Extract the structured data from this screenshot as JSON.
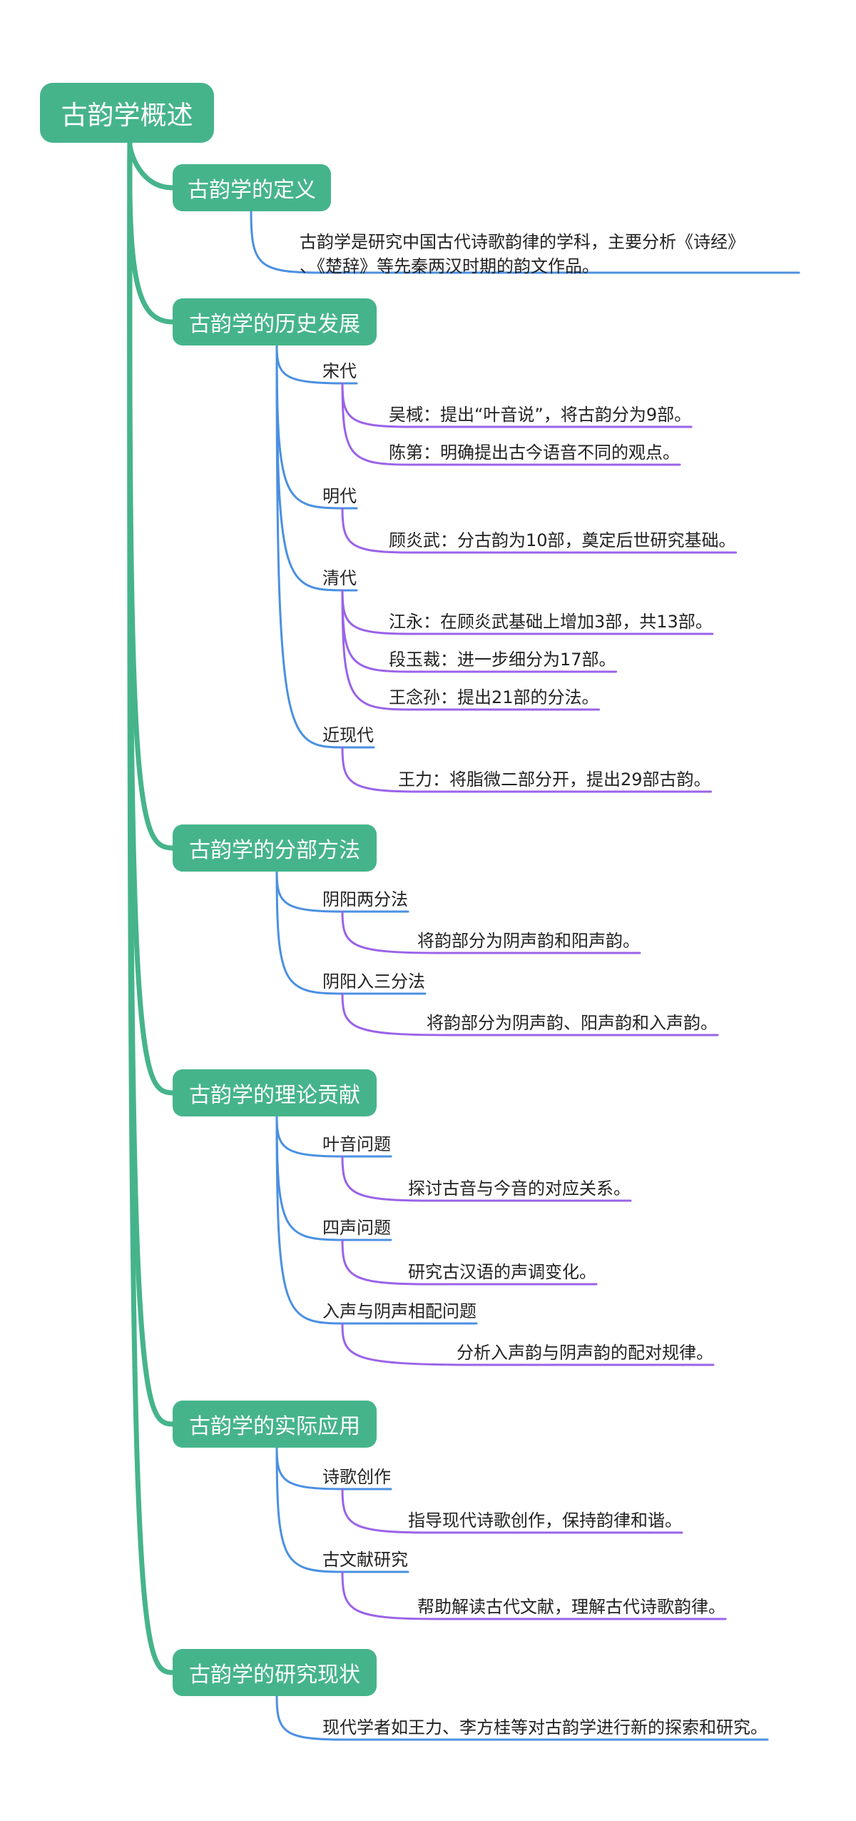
{
  "colors": {
    "node": "#46b48b",
    "trunk": "#46b48b",
    "blue": "#4a90e2",
    "purple": "#9a63e8",
    "text": "#222222"
  },
  "root": "古韵学概述",
  "sections": [
    {
      "title": "古韵学的定义",
      "description": "古韵学是研究中国古代诗歌韵律的学科，主要分析《诗经》\n、《楚辞》等先秦两汉时期的韵文作品。"
    },
    {
      "title": "古韵学的历史发展",
      "groups": [
        {
          "label": "宋代",
          "items": [
            "吴棫：提出“叶音说”，将古韵分为9部。",
            "陈第：明确提出古今语音不同的观点。"
          ]
        },
        {
          "label": "明代",
          "items": [
            "顾炎武：分古韵为10部，奠定后世研究基础。"
          ]
        },
        {
          "label": "清代",
          "items": [
            "江永：在顾炎武基础上增加3部，共13部。",
            "段玉裁：进一步细分为17部。",
            "王念孙：提出21部的分法。"
          ]
        },
        {
          "label": "近现代",
          "items": [
            "王力：将脂微二部分开，提出29部古韵。"
          ]
        }
      ]
    },
    {
      "title": "古韵学的分部方法",
      "groups": [
        {
          "label": "阴阳两分法",
          "items": [
            "将韵部分为阴声韵和阳声韵。"
          ]
        },
        {
          "label": "阴阳入三分法",
          "items": [
            "将韵部分为阴声韵、阳声韵和入声韵。"
          ]
        }
      ]
    },
    {
      "title": "古韵学的理论贡献",
      "groups": [
        {
          "label": "叶音问题",
          "items": [
            "探讨古音与今音的对应关系。"
          ]
        },
        {
          "label": "四声问题",
          "items": [
            "研究古汉语的声调变化。"
          ]
        },
        {
          "label": "入声与阴声相配问题",
          "items": [
            "分析入声韵与阴声韵的配对规律。"
          ]
        }
      ]
    },
    {
      "title": "古韵学的实际应用",
      "groups": [
        {
          "label": "诗歌创作",
          "items": [
            "指导现代诗歌创作，保持韵律和谐。"
          ]
        },
        {
          "label": "古文献研究",
          "items": [
            "帮助解读古代文献，理解古代诗歌韵律。"
          ]
        }
      ]
    },
    {
      "title": "古韵学的研究现状",
      "description": "现代学者如王力、李方桂等对古韵学进行新的探索和研究。"
    }
  ]
}
